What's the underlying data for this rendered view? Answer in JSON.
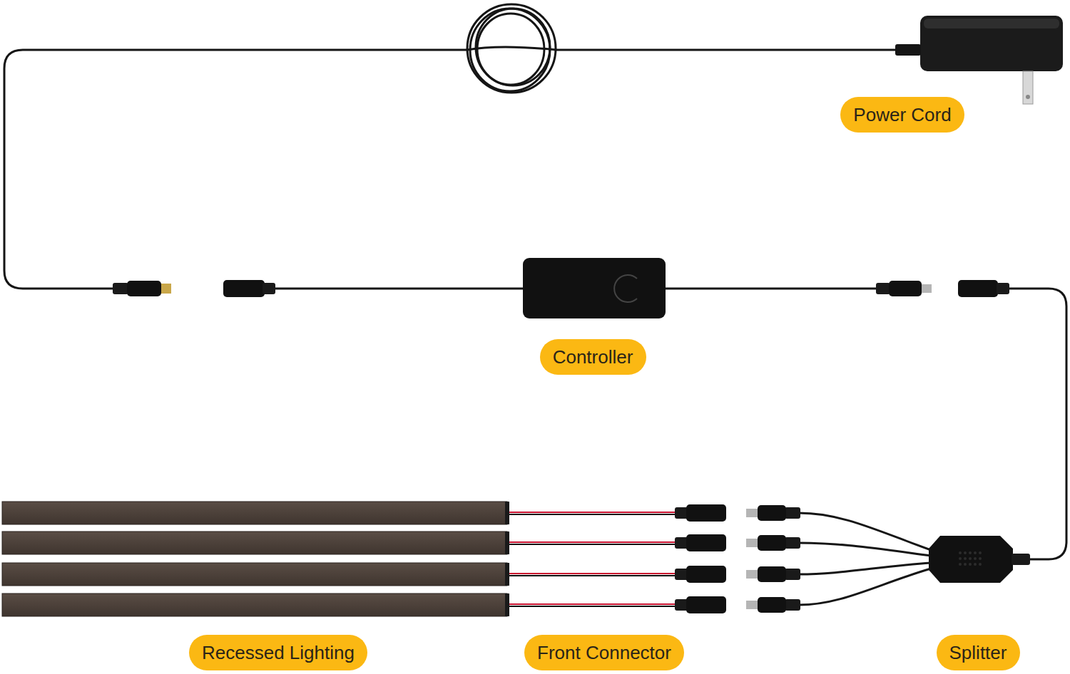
{
  "diagram": {
    "nodes": [
      {
        "text": [
          "Power Cord"
        ]
      },
      {
        "text": [
          "Controller"
        ]
      },
      {
        "text": [
          "Recessed Lighting"
        ]
      },
      {
        "text": [
          "Front Connector"
        ]
      },
      {
        "text": [
          "Splitter"
        ]
      }
    ]
  }
}
